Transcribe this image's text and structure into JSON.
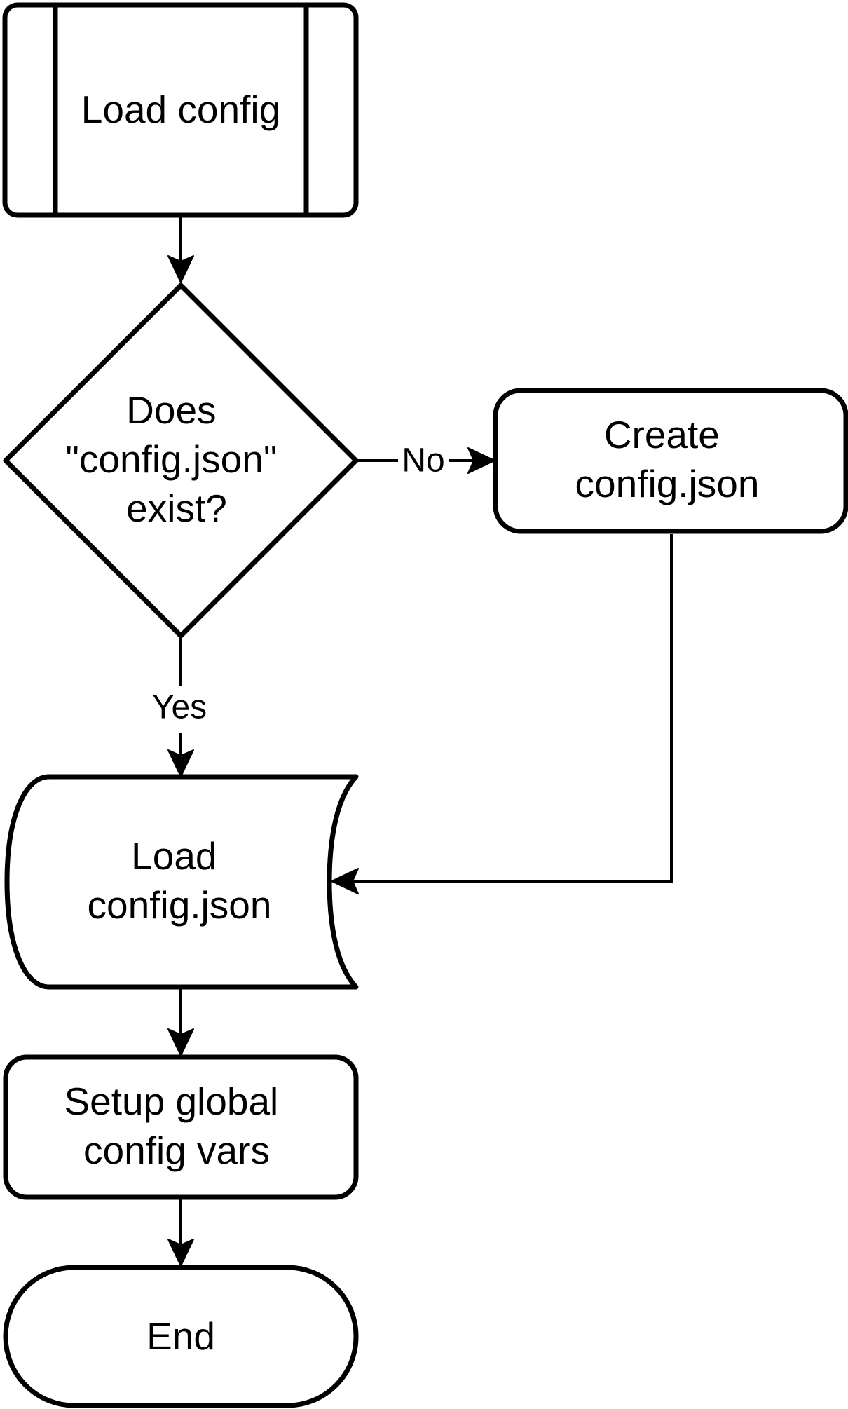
{
  "nodes": {
    "load_config": {
      "shape": "predefined-process",
      "lines": [
        "Load config"
      ]
    },
    "decision": {
      "shape": "decision",
      "lines": [
        "Does",
        "\"config.json\"",
        "exist?"
      ]
    },
    "create_config": {
      "shape": "rounded-rectangle",
      "lines": [
        "Create",
        "config.json"
      ]
    },
    "load_config_json": {
      "shape": "stored-data",
      "lines": [
        "Load",
        "config.json"
      ]
    },
    "setup_vars": {
      "shape": "rounded-rectangle",
      "lines": [
        "Setup global",
        "config vars"
      ]
    },
    "end": {
      "shape": "terminator",
      "lines": [
        "End"
      ]
    }
  },
  "edges": [
    {
      "from": "load_config",
      "to": "decision",
      "label": ""
    },
    {
      "from": "decision",
      "to": "create_config",
      "label": "No"
    },
    {
      "from": "decision",
      "to": "load_config_json",
      "label": "Yes"
    },
    {
      "from": "create_config",
      "to": "load_config_json",
      "label": ""
    },
    {
      "from": "load_config_json",
      "to": "setup_vars",
      "label": ""
    },
    {
      "from": "setup_vars",
      "to": "end",
      "label": ""
    }
  ],
  "colors": {
    "stroke": "#000000",
    "fill": "#ffffff",
    "background": "#ffffff"
  }
}
